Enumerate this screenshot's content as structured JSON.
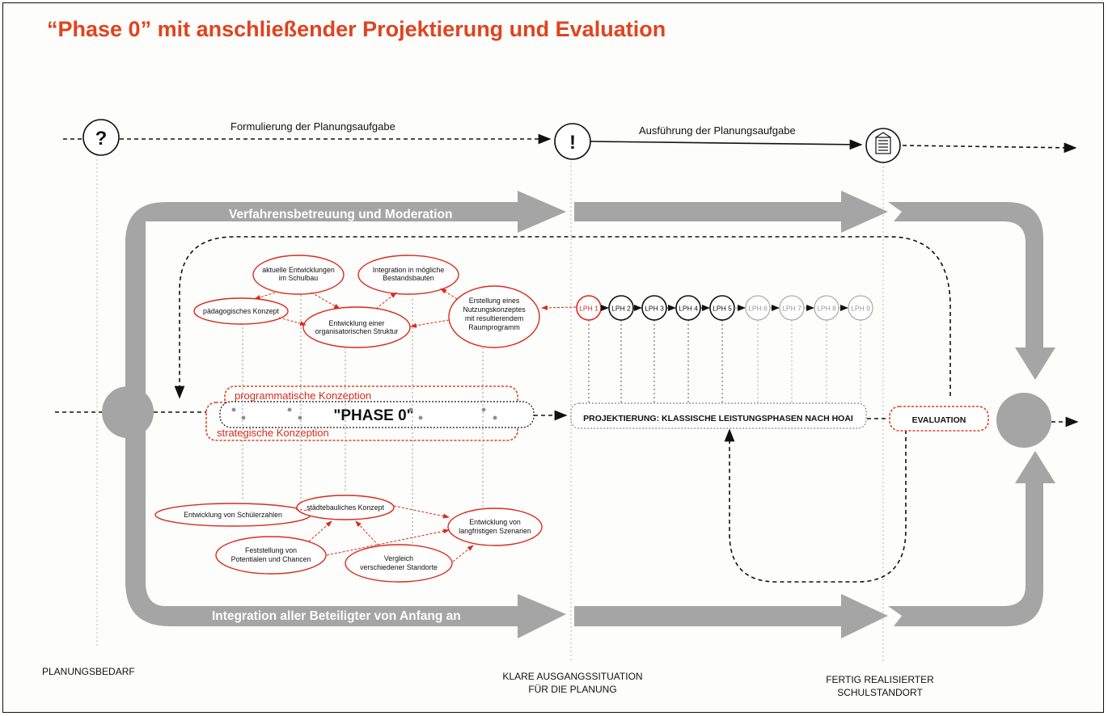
{
  "title": "“Phase 0” mit anschließender Projektierung und Evaluation",
  "timeline": {
    "question_mark": "?",
    "exclamation": "!",
    "formulierung": "Formulierung der Planungsaufgabe",
    "ausfuehrung": "Ausführung der Planungsaufgabe"
  },
  "bands": {
    "top": "Verfahrensbetreuung und Moderation",
    "bottom": "Integration aller Beteiligter von Anfang an"
  },
  "phase0": {
    "label": "\"PHASE 0\"",
    "programmatic": "programmatische Konzeption",
    "strategic": "strategische Konzeption"
  },
  "top_nodes": {
    "aktuelle_1": "aktuelle Entwicklungen",
    "aktuelle_2": "im Schulbau",
    "integration_1": "Integration in mögliche",
    "integration_2": "Bestandsbauten",
    "paedagogisch": "pädagogisches Konzept",
    "struktur_1": "Entwicklung einer",
    "struktur_2": "organisatorischen Struktur",
    "nutzung_1": "Erstellung eines",
    "nutzung_2": "Nutzungskonzeptes",
    "nutzung_3": "mit resultierendem",
    "nutzung_4": "Raumprogramm"
  },
  "bottom_nodes": {
    "schueler": "Entwicklung von Schülerzahlen",
    "staedtebau": "städtebauliches Konzept",
    "szenarien_1": "Entwicklung von",
    "szenarien_2": "langfristigen Szenarien",
    "potentiale_1": "Feststellung von",
    "potentiale_2": "Potentialen und Chancen",
    "standorte_1": "Vergleich",
    "standorte_2": "verschiedener Standorte"
  },
  "lph": [
    "LPH 1",
    "LPH 2",
    "LPH 3",
    "LPH 4",
    "LPH 5",
    "LPH 6",
    "LPH 7",
    "LPH 8",
    "LPH 9"
  ],
  "projektierung": "PROJEKTIERUNG: KLASSISCHE LEISTUNGSPHASEN NACH HOAI",
  "evaluation": "EVALUATION",
  "bottom_labels": {
    "planungsbedarf": "PLANUNGSBEDARF",
    "klare_1": "KLARE AUSGANGSSITUATION",
    "klare_2": "FÜR DIE PLANUNG",
    "fertig_1": "FERTIG REALISIERTER",
    "fertig_2": "SCHULSTANDORT"
  },
  "colors": {
    "accent_red": "#e0431f",
    "node_red": "#d92b1e",
    "band_gray": "#a5a5a5",
    "ink": "#111111"
  }
}
